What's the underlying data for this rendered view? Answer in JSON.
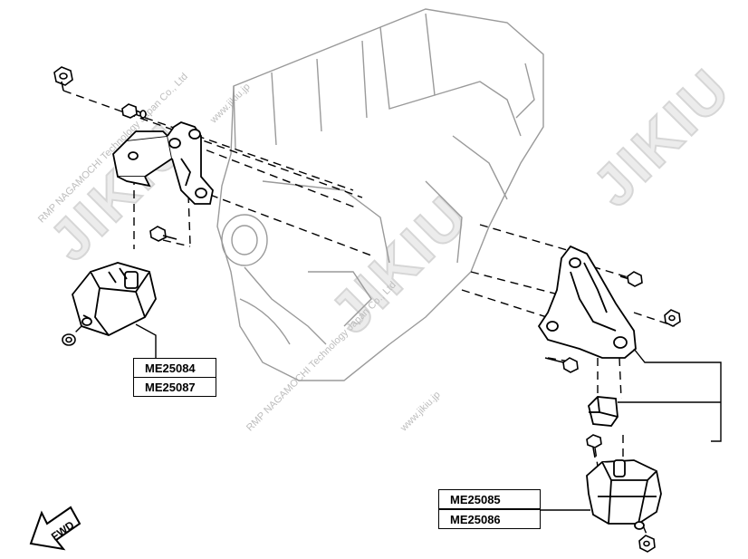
{
  "parts": {
    "left_mount": [
      "ME25084",
      "ME25087"
    ],
    "right_mount": [
      "ME25085",
      "ME25086"
    ]
  },
  "direction": {
    "label": "FWD"
  },
  "watermark": {
    "brand": "JIKIU",
    "company": "RMP NAGAMOCHI Technology Japan Co., Ltd",
    "url": "www.jikiu.jp"
  }
}
